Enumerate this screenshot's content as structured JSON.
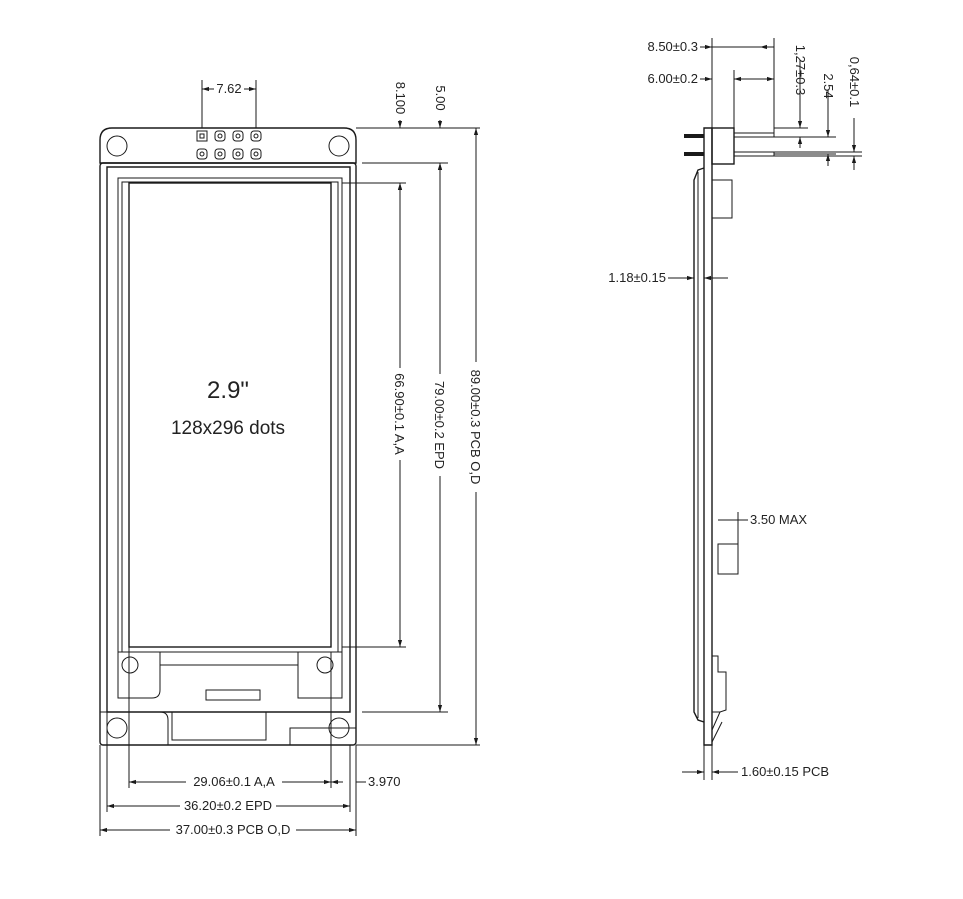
{
  "display": {
    "size_label": "2.9\"",
    "resolution_label": "128x296 dots"
  },
  "front_view": {
    "pin_pitch": "7.62",
    "top_offset_aa": "8.100",
    "top_offset_epd": "5.00",
    "height_aa": "66.90±0.1 A,A",
    "height_epd": "79.00±0.2 EPD",
    "height_pcb": "89.00±0.3 PCB O,D",
    "width_aa": "29.06±0.1 A,A",
    "right_offset": "3.970",
    "width_epd": "36.20±0.2 EPD",
    "width_pcb": "37.00±0.3 PCB O,D"
  },
  "side_view": {
    "header_length": "8.50±0.3",
    "header_body": "6.00±0.2",
    "pin_offset": "1,27±0.3",
    "pin_pitch": "2.54",
    "pin_size": "0,64±0.1",
    "panel_thickness": "1.18±0.15",
    "component_height": "3.50 MAX",
    "pcb_thickness": "1.60±0.15 PCB"
  }
}
